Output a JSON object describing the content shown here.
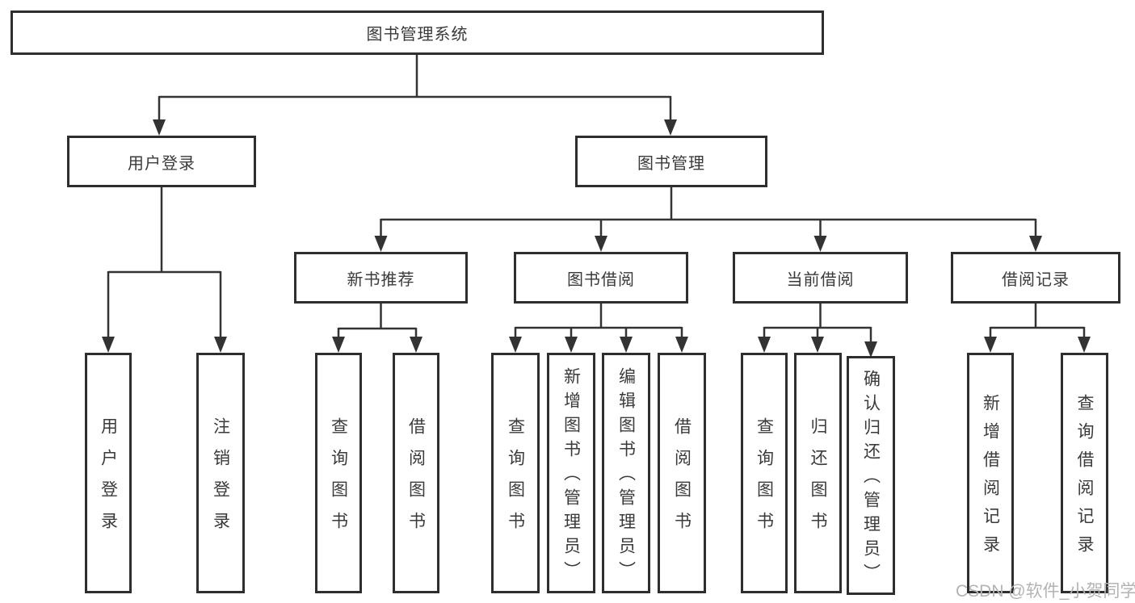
{
  "tree": {
    "root": {
      "label": "图书管理系统"
    },
    "branches": [
      {
        "label": "用户登录",
        "children": [
          {
            "label": "用户登录"
          },
          {
            "label": "注销登录"
          }
        ]
      },
      {
        "label": "图书管理",
        "groups": [
          {
            "label": "新书推荐",
            "children": [
              {
                "label": "查询图书"
              },
              {
                "label": "借阅图书"
              }
            ]
          },
          {
            "label": "图书借阅",
            "children": [
              {
                "label": "查询图书"
              },
              {
                "label": "新增图书（管理员）"
              },
              {
                "label": "编辑图书（管理员）"
              },
              {
                "label": "借阅图书"
              }
            ]
          },
          {
            "label": "当前借阅",
            "children": [
              {
                "label": "查询图书"
              },
              {
                "label": "归还图书"
              },
              {
                "label": "确认归还（管理员）"
              }
            ]
          },
          {
            "label": "借阅记录",
            "children": [
              {
                "label": "新增借阅记录"
              },
              {
                "label": "查询借阅记录"
              }
            ]
          }
        ]
      }
    ]
  },
  "watermark": "CSDN @软件_小贺同学",
  "colors": {
    "line": "#333333",
    "border": "#2e2e2e",
    "text": "#3a3a3a",
    "watermark": "#b5b2b3",
    "background": "#ffffff"
  }
}
